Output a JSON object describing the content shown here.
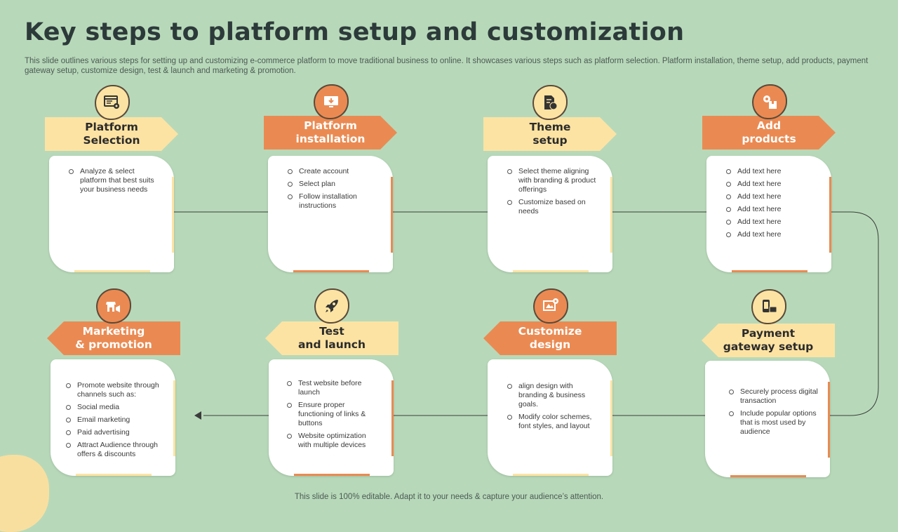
{
  "title": "Key steps to platform setup and customization",
  "subtitle": "This slide outlines various steps for setting up and customizing e-commerce platform to move traditional business to online. It showcases various steps such as platform selection. Platform installation, theme setup, add products, payment gateway setup, customize design, test & launch and marketing & promotion.",
  "footer": "This slide is 100% editable. Adapt it to your needs & capture your audience’s attention.",
  "steps": [
    {
      "label_line1": "Platform",
      "label_line2": "Selection",
      "color": "#fde3a3",
      "icon": "checklist-gear-icon",
      "items": [
        "Analyze & select platform that best suits your business needs"
      ]
    },
    {
      "label_line1": "Platform",
      "label_line2": "installation",
      "color": "#ea8a52",
      "icon": "monitor-download-icon",
      "items": [
        "Create account",
        "Select plan",
        "Follow installation instructions"
      ]
    },
    {
      "label_line1": "Theme",
      "label_line2": "setup",
      "color": "#fde3a3",
      "icon": "document-palette-icon",
      "items": [
        "Select theme aligning with branding & product offerings",
        "Customize based on needs"
      ]
    },
    {
      "label_line1": "Add",
      "label_line2": "products",
      "color": "#ea8a52",
      "icon": "box-gear-icon",
      "items": [
        "Add text here",
        "Add text here",
        "Add text here",
        "Add text here",
        "Add text here",
        "Add text here"
      ]
    },
    {
      "label_line1": "Payment",
      "label_line2": "gateway setup",
      "color": "#fde3a3",
      "icon": "mobile-payment-icon",
      "items": [
        "Securely process digital transaction",
        "Include popular options that is most used by audience"
      ]
    },
    {
      "label_line1": "Customize",
      "label_line2": "design",
      "color": "#ea8a52",
      "icon": "design-board-icon",
      "items": [
        "align design with branding & business goals.",
        "Modify color schemes, font styles, and layout"
      ]
    },
    {
      "label_line1": "Test",
      "label_line2": "and launch",
      "color": "#fde3a3",
      "icon": "rocket-icon",
      "items": [
        "Test website before launch",
        "Ensure proper functioning of links & buttons",
        "Website optimization with multiple devices"
      ]
    },
    {
      "label_line1": "Marketing",
      "label_line2": "& promotion",
      "color": "#ea8a52",
      "icon": "store-megaphone-icon",
      "items": [
        "Promote website through channels such as:",
        "Social media",
        "Email marketing",
        "Paid advertising",
        "Attract Audience through offers & discounts"
      ]
    }
  ]
}
